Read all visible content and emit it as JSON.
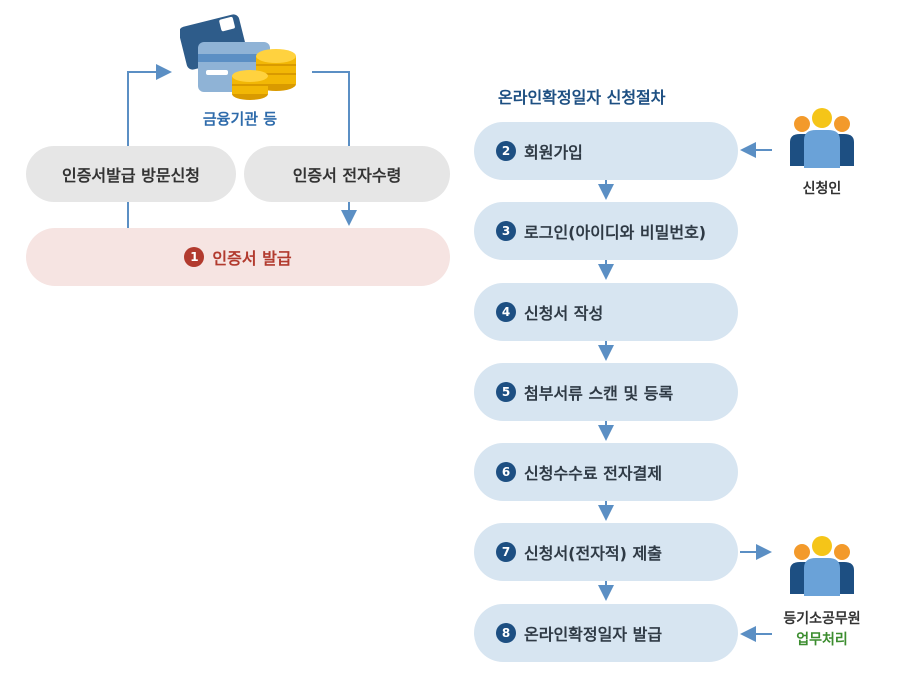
{
  "left": {
    "institution_label": "금융기관 등",
    "visit_label": "인증서발급 방문신청",
    "receive_label": "인증서 전자수령",
    "issue_num": "1",
    "issue_label": "인증서 발급"
  },
  "right": {
    "title": "온라인확정일자 신청절차",
    "steps": [
      {
        "num": "2",
        "label": "회원가입"
      },
      {
        "num": "3",
        "label": "로그인(아이디와 비밀번호)"
      },
      {
        "num": "4",
        "label": "신청서 작성"
      },
      {
        "num": "5",
        "label": "첨부서류 스캔 및 등록"
      },
      {
        "num": "6",
        "label": "신청수수료 전자결제"
      },
      {
        "num": "7",
        "label": "신청서(전자적) 제출"
      },
      {
        "num": "8",
        "label": "온라인확정일자 발급"
      }
    ],
    "applicant_label": "신청인",
    "officer_label": "등기소공무원",
    "officer_sub": "업무처리"
  },
  "colors": {
    "arrow": "#5b8fc4",
    "step_bg": "#d7e5f1",
    "num_bg": "#1d4f82",
    "issue_red": "#b23a2e",
    "officer_green": "#3c8d2f"
  }
}
